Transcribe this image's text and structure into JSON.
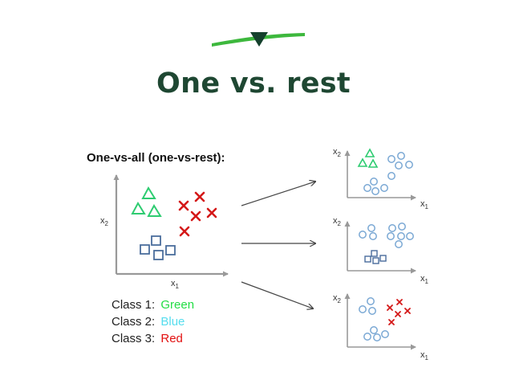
{
  "title": "One vs. rest",
  "subtitle": "One-vs-all (one-vs-rest):",
  "axes": {
    "x_label": "x",
    "x_sub": "1",
    "y_label": "x",
    "y_sub": "2"
  },
  "legend": [
    {
      "label": "Class 1:",
      "value": "Green"
    },
    {
      "label": "Class 2:",
      "value": "Blue"
    },
    {
      "label": "Class 3:",
      "value": "Red"
    }
  ],
  "colors": {
    "green": "#2ecc71",
    "blue_square": "#4a6d9c",
    "blue_circle": "#7aa8d4",
    "red": "#d41818",
    "accent": "#3db83d",
    "title": "#1e4732"
  }
}
